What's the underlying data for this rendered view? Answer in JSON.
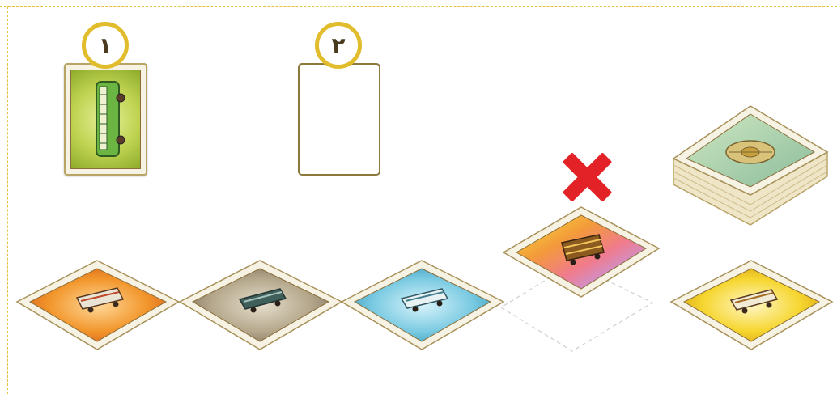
{
  "slots": [
    {
      "number": "١",
      "state": "card"
    },
    {
      "number": "٢",
      "state": "empty"
    }
  ],
  "colors": {
    "badge_ring": "#e1bd2d",
    "dashed_border": "#e6c23f",
    "cross": "#e32228",
    "card_edge": "#b8a565"
  },
  "row_cards": [
    {
      "color": "orange",
      "bus": "bus-icon"
    },
    {
      "color": "brown",
      "bus": "van-icon"
    },
    {
      "color": "blue",
      "bus": "camper-icon"
    },
    {
      "color": "empty",
      "bus": ""
    },
    {
      "color": "yellow",
      "bus": "bus-icon"
    }
  ],
  "discarded_card": {
    "color": "rainbow",
    "bus": "double-decker-bus-icon"
  },
  "deck": {
    "face": "map-back"
  }
}
